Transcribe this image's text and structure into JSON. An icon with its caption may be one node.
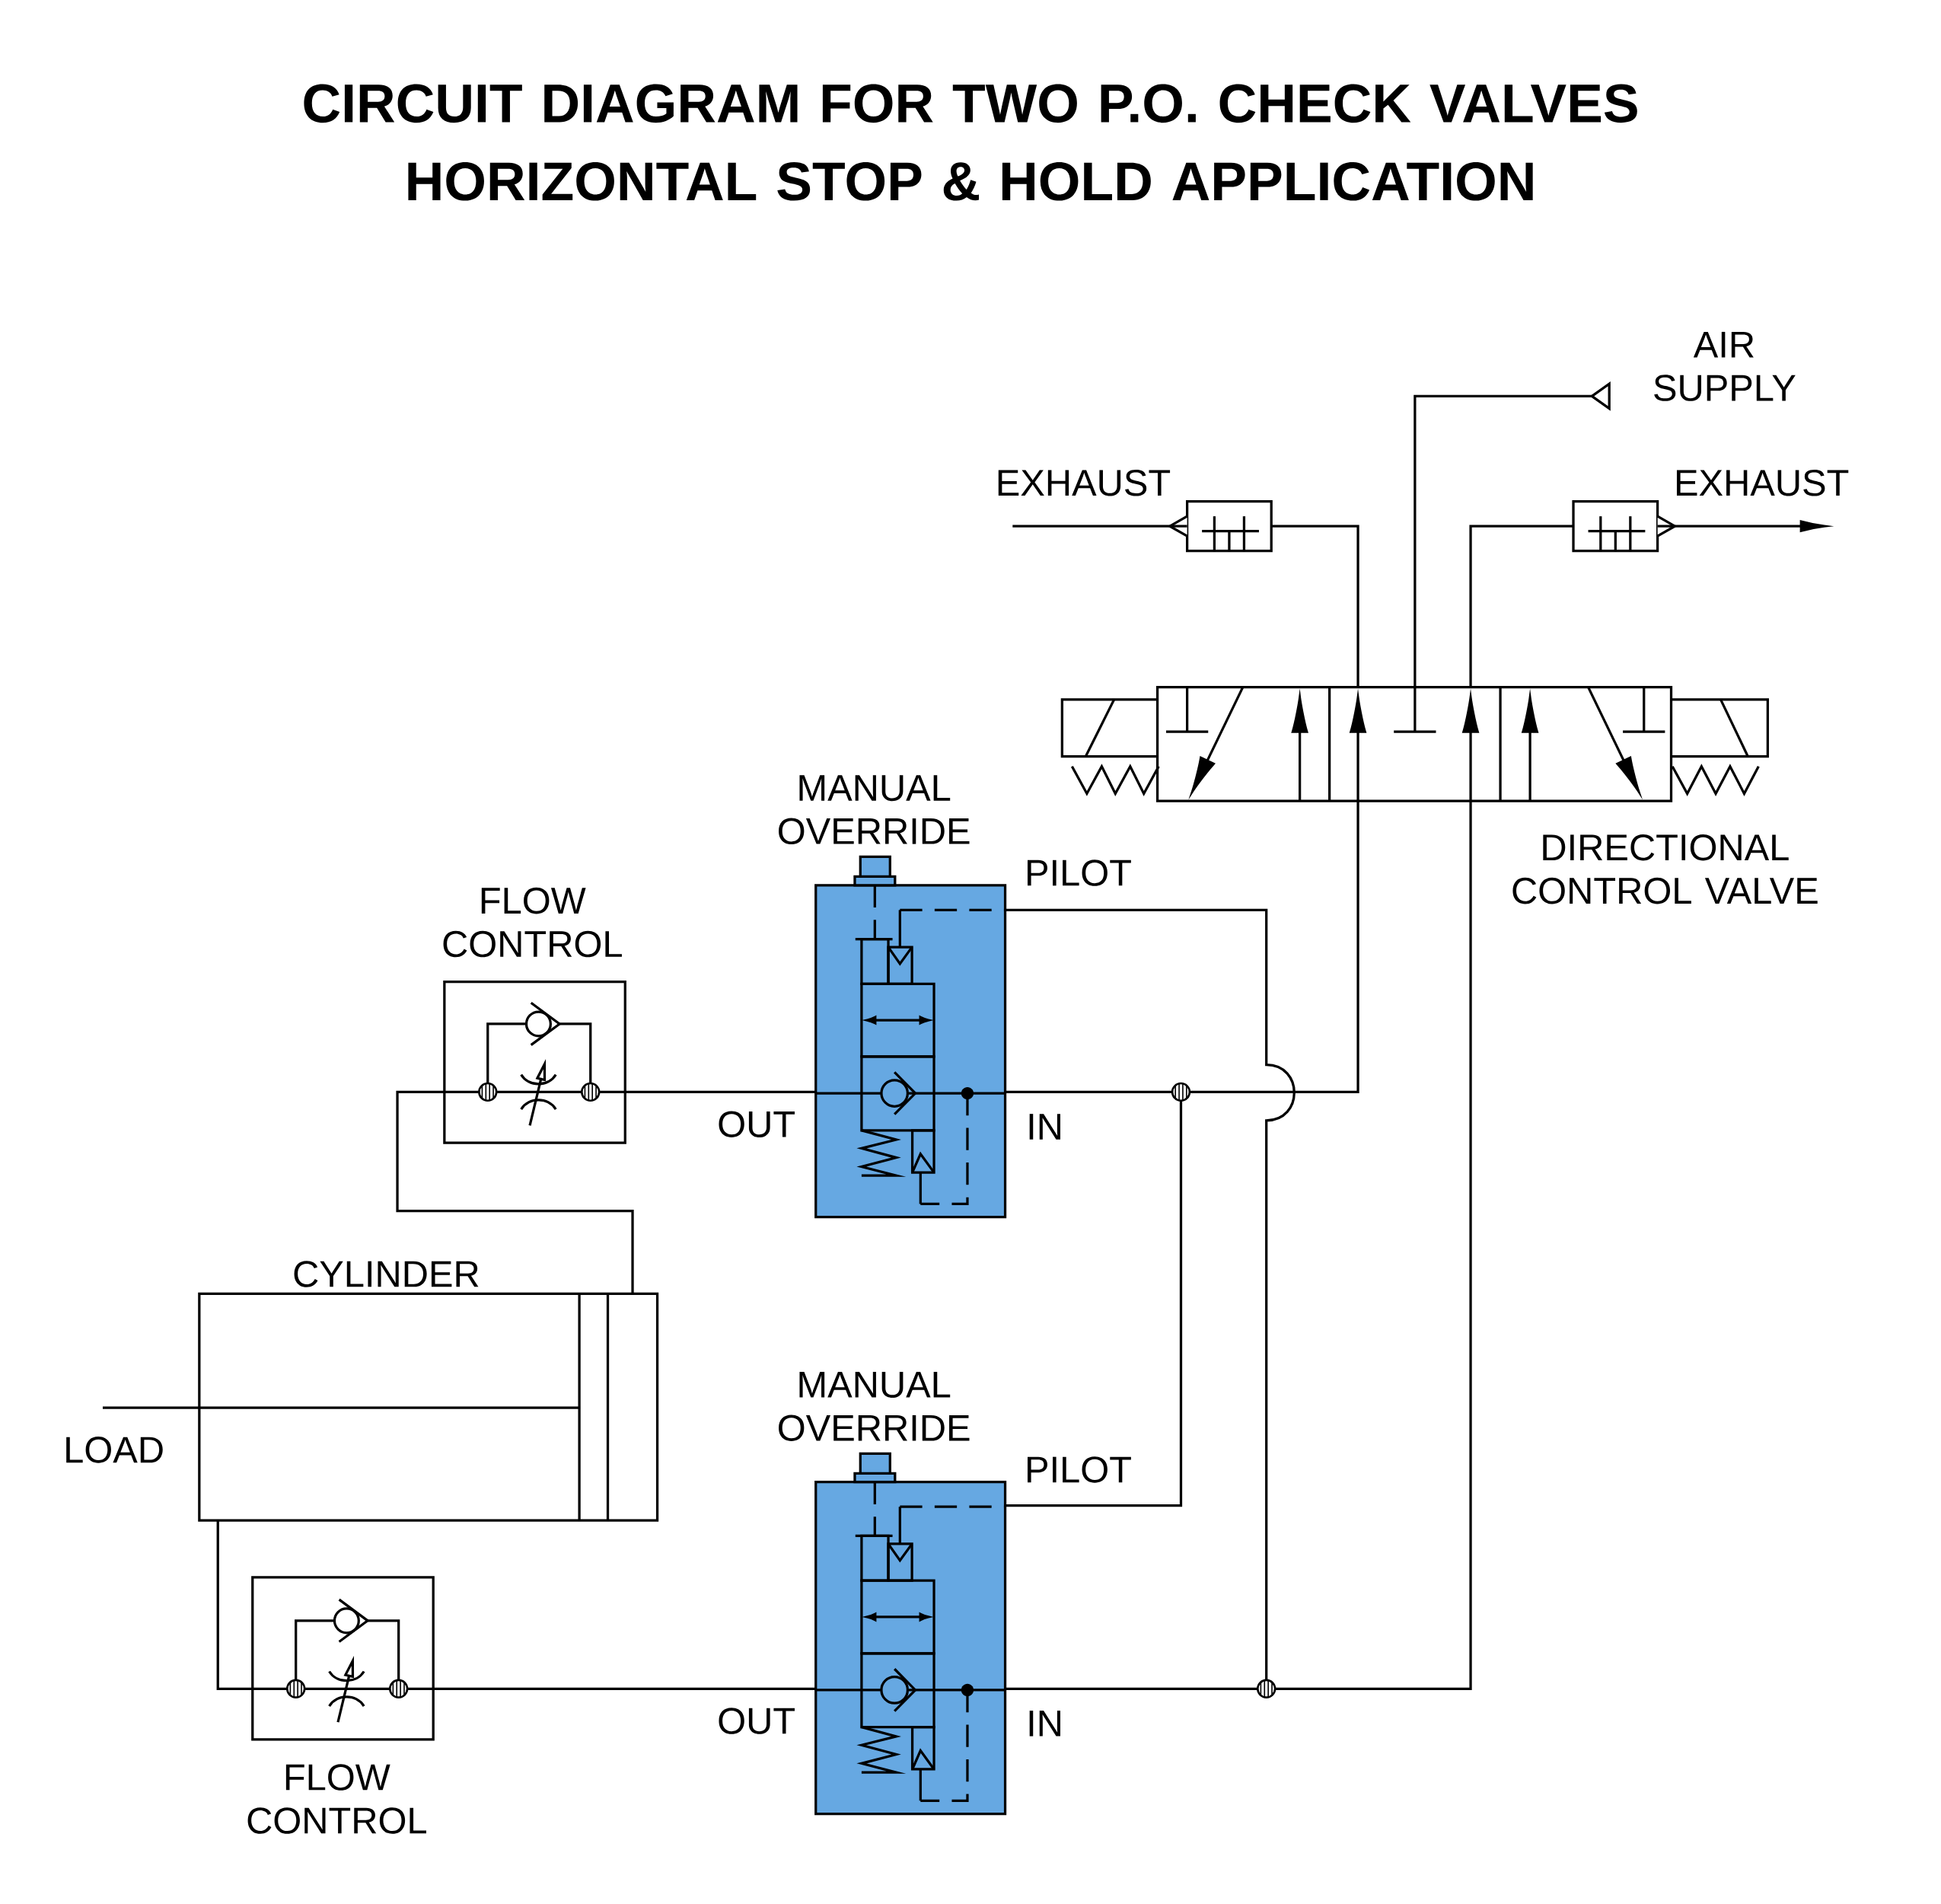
{
  "diagram": {
    "title": "CIRCUIT DIAGRAM FOR TWO P.O. CHECK VALVES HORIZONTAL STOP & HOLD APPLICATION",
    "nodes": [
      {
        "text": [
          "FLOW CONTROL"
        ]
      },
      {
        "text": [
          "MANUAL OVERRIDE"
        ],
        "beside": [
          "PILOT",
          "OUT",
          "IN"
        ]
      },
      {
        "text": [
          "CYLINDER"
        ],
        "beside": [
          "LOAD"
        ]
      },
      {
        "text": [
          "FLOW CONTROL"
        ]
      },
      {
        "text": [
          "MANUAL OVERRIDE"
        ],
        "beside": [
          "PILOT",
          "OUT",
          "IN"
        ]
      },
      {
        "text": [
          "DIRECTIONAL CONTROL VALVE"
        ]
      },
      {
        "text": [
          "EXHAUST"
        ]
      },
      {
        "text": [
          "EXHAUST"
        ]
      },
      {
        "text": [
          "AIR SUPPLY"
        ]
      }
    ],
    "edges": [
      {
        "from": 6,
        "to": 5,
        "arrow": "none"
      },
      {
        "from": 8,
        "to": 5,
        "arrow": "none"
      },
      {
        "from": 7,
        "to": 5,
        "arrow": "none"
      },
      {
        "from": 5,
        "to": 1,
        "arrow": "none"
      },
      {
        "from": 5,
        "to": 4,
        "arrow": "none"
      },
      {
        "from": 5,
        "to": 4,
        "arrow": "none"
      },
      {
        "from": 5,
        "to": 1,
        "arrow": "none"
      },
      {
        "from": 1,
        "to": 0,
        "arrow": "none"
      },
      {
        "from": 0,
        "to": 2,
        "arrow": "none"
      },
      {
        "from": 2,
        "to": 3,
        "arrow": "none"
      },
      {
        "from": 3,
        "to": 4,
        "arrow": "none"
      },
      {
        "from": 6,
        "to": null,
        "arrow": "none"
      },
      {
        "from": 7,
        "to": null,
        "arrow": "to"
      }
    ]
  }
}
